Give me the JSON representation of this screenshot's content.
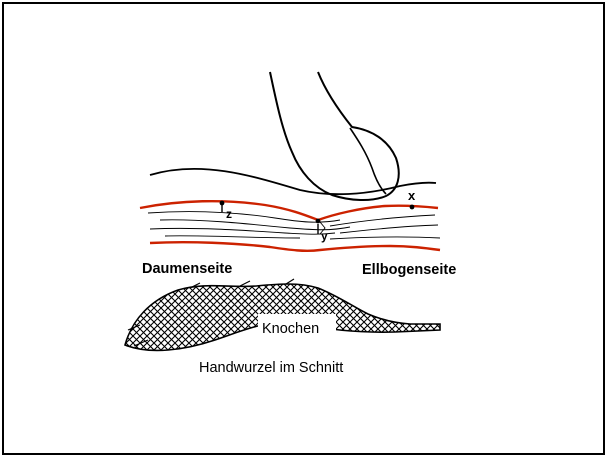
{
  "labels": {
    "thumb_side": "Daumenseite",
    "elbow_side": "Ellbogenseite",
    "bone": "Knochen",
    "caption": "Handwurzel im Schnitt",
    "marker_x": "x",
    "marker_y": "y",
    "marker_z": "z"
  },
  "colors": {
    "ink": "#000000",
    "highlight": "#cc2200",
    "frame": "#000000"
  }
}
